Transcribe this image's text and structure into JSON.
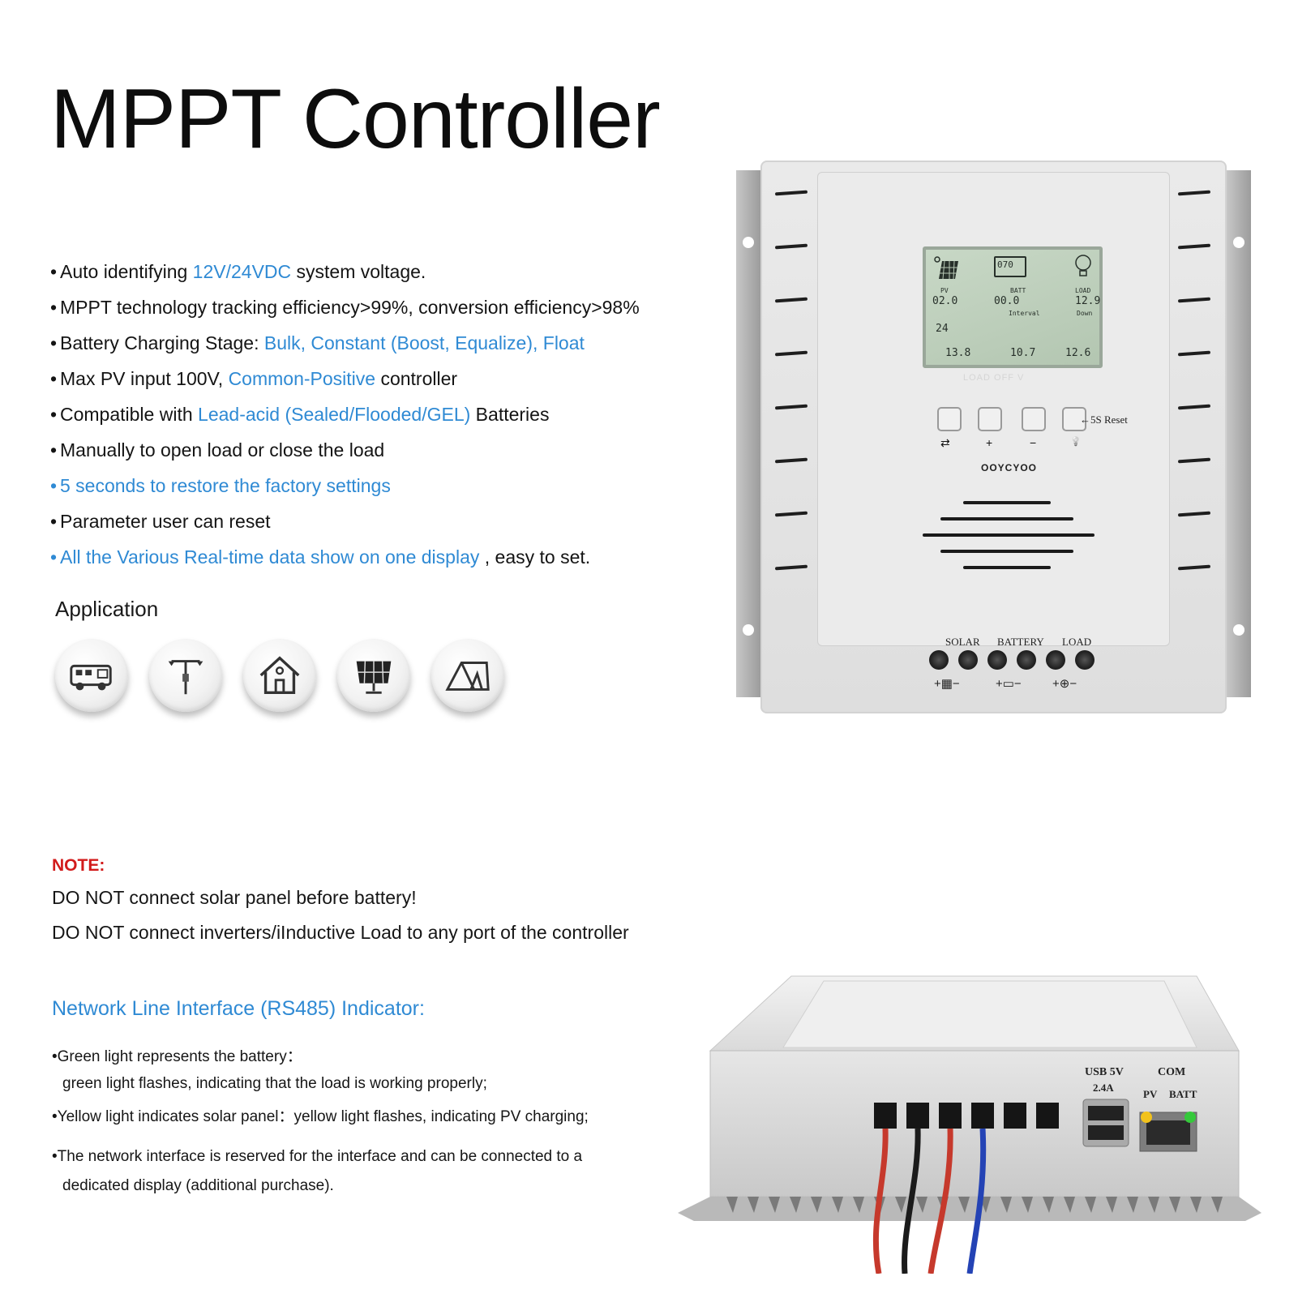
{
  "title": "MPPT Controller",
  "features": [
    {
      "pre": "Auto identifying ",
      "blue": "12V/24VDC",
      "post": " system voltage."
    },
    {
      "pre": "MPPT technology tracking efficiency>99%, conversion efficiency>98%",
      "blue": "",
      "post": ""
    },
    {
      "pre": "Battery Charging Stage: ",
      "blue": "Bulk, Constant (Boost, Equalize), Float",
      "post": ""
    },
    {
      "pre": "Max PV input 100V, ",
      "blue": "Common-Positive",
      "post": " controller"
    },
    {
      "pre": "Compatible with ",
      "blue": "Lead-acid (Sealed/Flooded/GEL)",
      "post": " Batteries"
    },
    {
      "pre": "Manually to open load or close the load",
      "blue": "",
      "post": ""
    },
    {
      "pre": "",
      "blue": "5 seconds to restore the factory settings",
      "post": ""
    },
    {
      "pre": "Parameter user can reset",
      "blue": "",
      "post": ""
    },
    {
      "pre": "",
      "blue": "All the Various Real-time data show on one display",
      "post": " , easy to set."
    }
  ],
  "application": {
    "title": "Application",
    "icons": [
      "rv-icon",
      "street-lamp-icon",
      "house-icon",
      "solar-panel-icon",
      "tent-icon"
    ]
  },
  "note": {
    "label": "NOTE:",
    "line1": "DO NOT connect solar panel before battery!",
    "line2": "DO NOT connect inverters/iInductive Load to any port of the controller"
  },
  "rs485": {
    "title": "Network Line Interface (RS485) Indicator:",
    "lines": [
      "•Green light represents the battery：",
      "green light flashes, indicating that the load is working properly;",
      "•Yellow light indicates solar panel：yellow light flashes, indicating PV charging;",
      "•The network interface is reserved for the interface and can be connected to a",
      "dedicated display (additional purchase)."
    ]
  },
  "controller": {
    "lcd": {
      "pv_label": "PV",
      "pv_value": "02.0",
      "batt_label": "BATT",
      "batt_value": "00.0",
      "batt_soc": "070",
      "load_label": "LOAD",
      "load_value": "12.9",
      "interval": "Interval",
      "down": "Down",
      "hours": "24",
      "off1": "13.8",
      "off2": "10.7",
      "off3": "12.6",
      "caption": "LOAD OFF V"
    },
    "reset_label": "←5S Reset",
    "brand": "OOYCYOO",
    "button_symbols": [
      "⇄",
      "+",
      "−",
      "💡"
    ],
    "terminals": [
      "SOLAR",
      "BATTERY",
      "LOAD"
    ],
    "side": {
      "usb": "USB 5V",
      "usb_amp": "2.4A",
      "com": "COM",
      "pv": "PV",
      "batt": "BATT"
    }
  },
  "colors": {
    "accent_blue": "#2f8ad4",
    "note_red": "#d21b1b",
    "led_yellow": "#f2c21c",
    "led_green": "#35c93b"
  }
}
